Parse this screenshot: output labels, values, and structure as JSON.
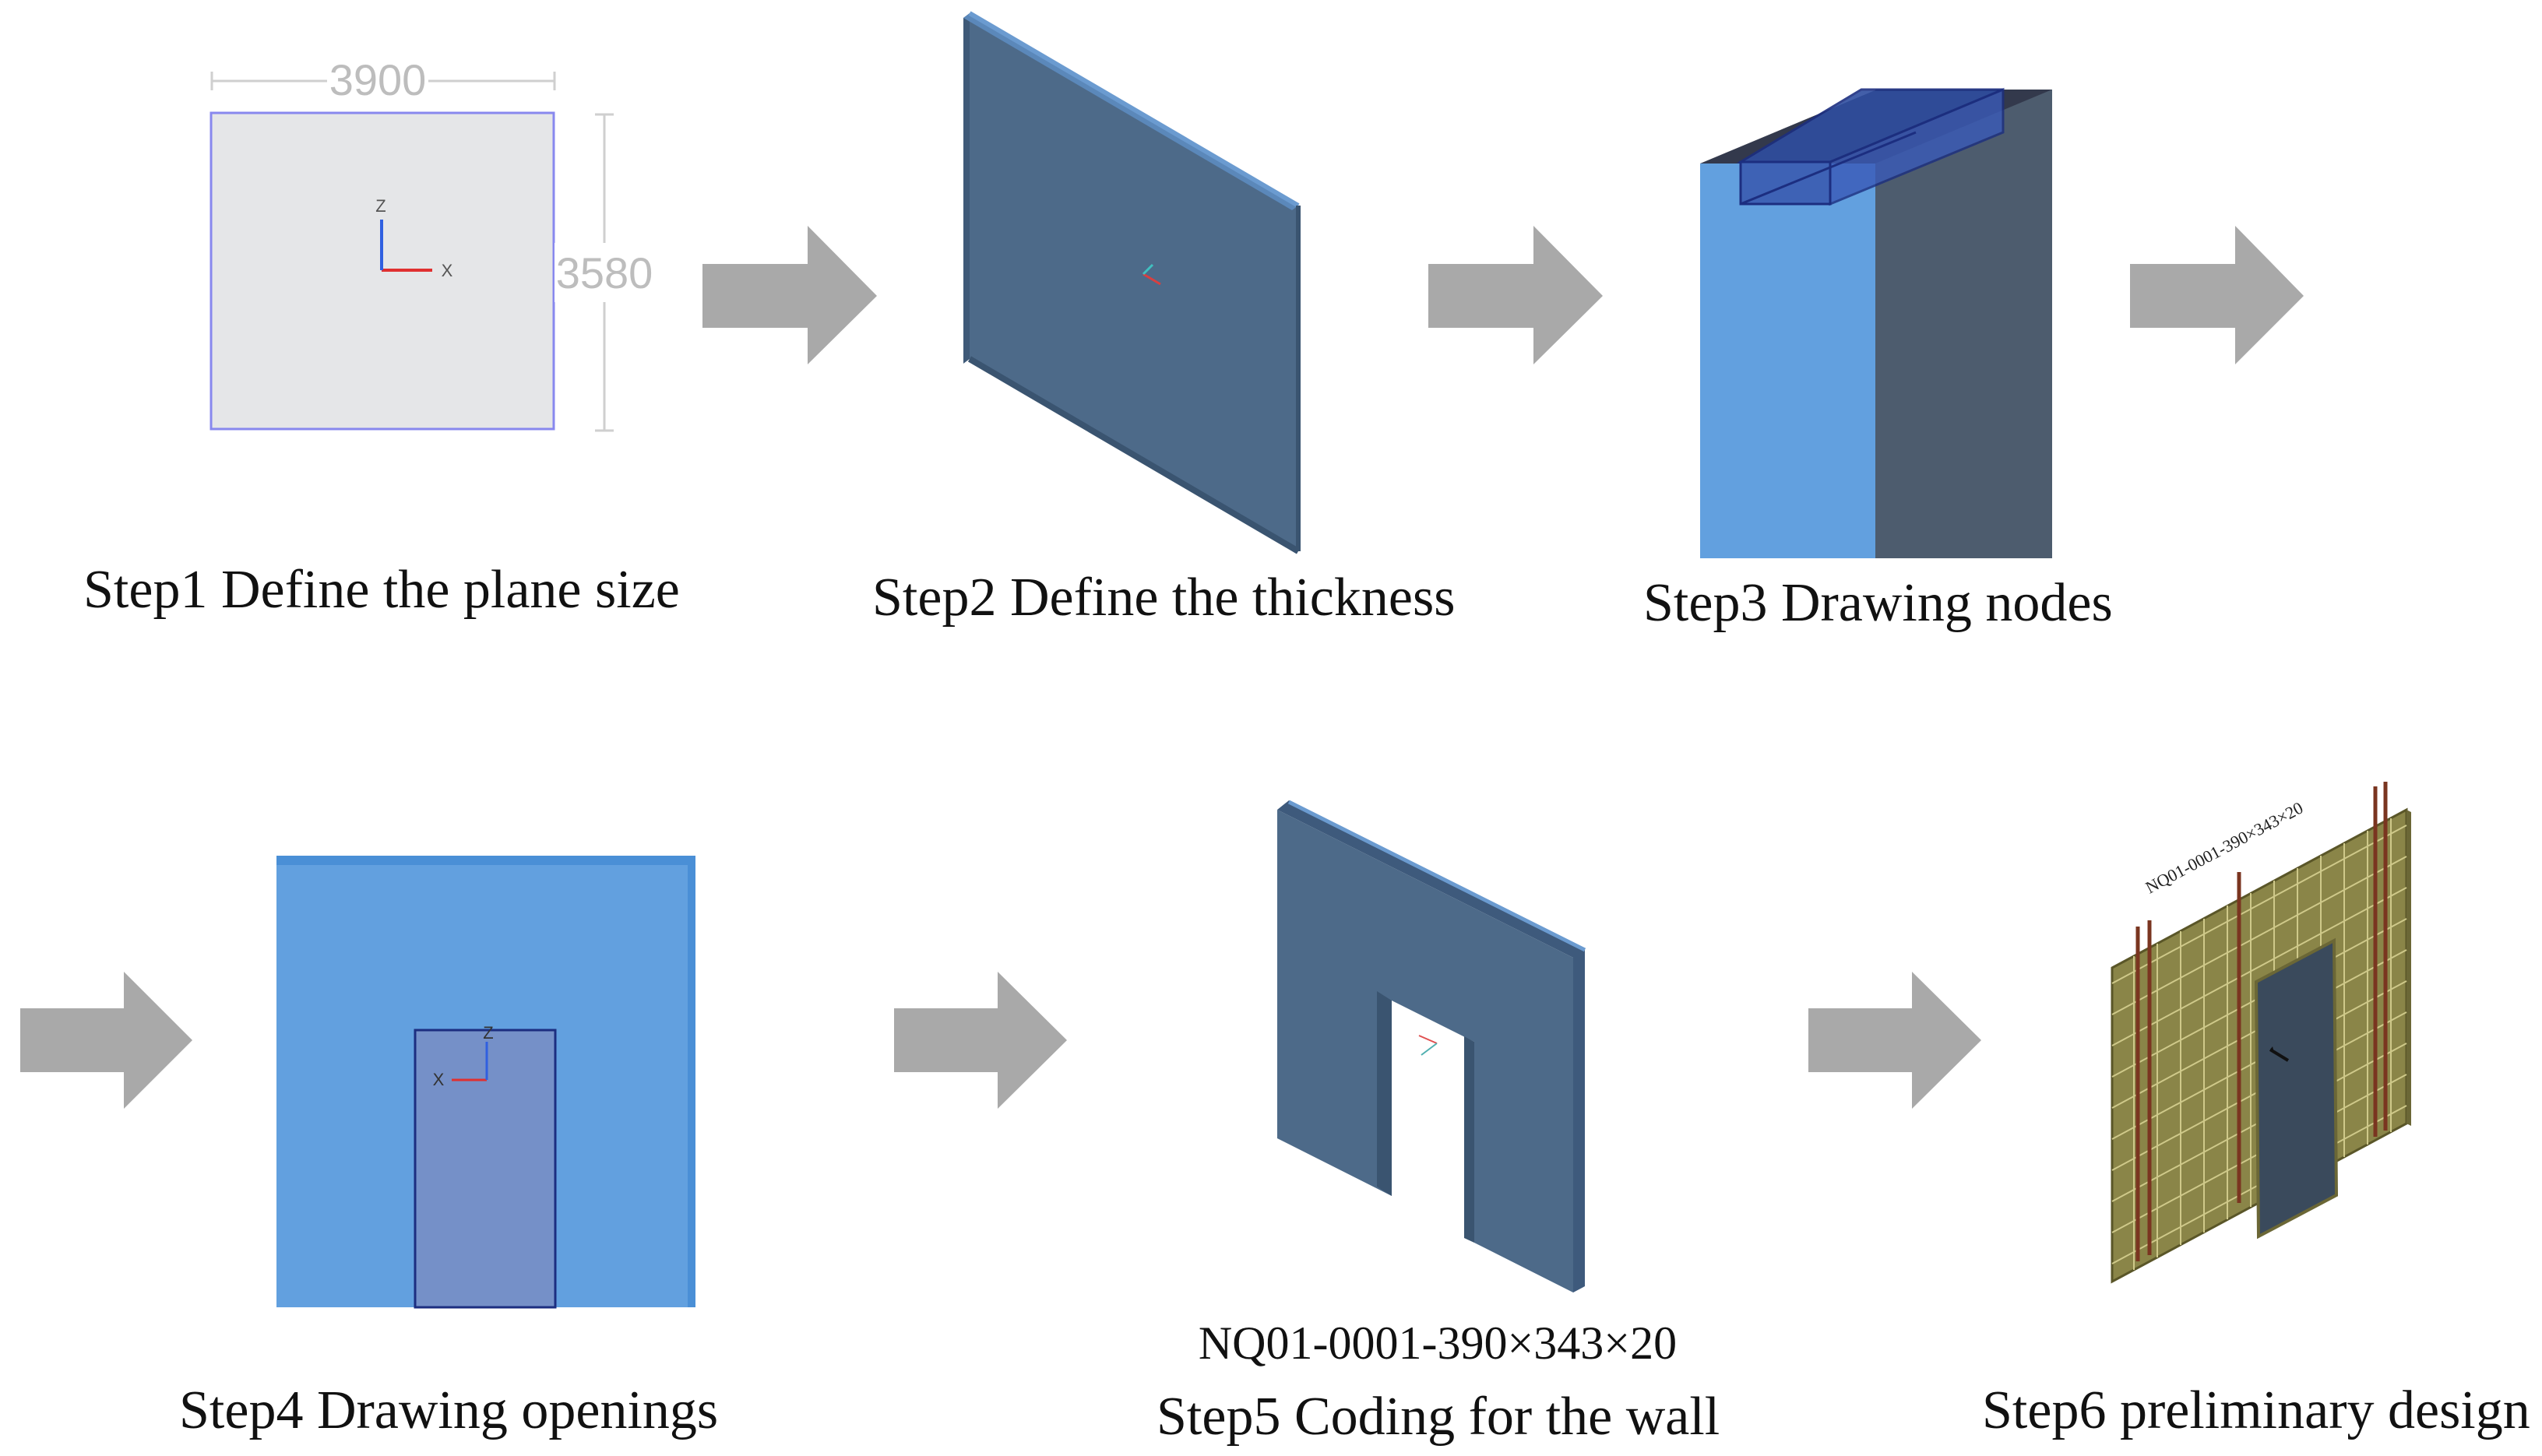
{
  "steps": [
    {
      "caption": "Step1 Define the plane size"
    },
    {
      "caption": "Step2 Define the thickness"
    },
    {
      "caption": "Step3 Drawing nodes"
    },
    {
      "caption": "Step4  Drawing openings"
    },
    {
      "caption": "Step5 Coding for the wall"
    },
    {
      "caption": "Step6 preliminary design"
    }
  ],
  "step1": {
    "width_dim": "3900",
    "height_dim": "3580",
    "axis_z": "Z",
    "axis_x": "X"
  },
  "step4": {
    "axis_z": "Z",
    "axis_x": "X"
  },
  "step5": {
    "code": "NQ01-0001-390×343×20"
  },
  "step6": {
    "tag": "NQ01-0001-390×343×20"
  },
  "colors": {
    "arrow": "#a9a9a9",
    "panel_dark": "#4d6a89",
    "panel_light": "#62a0df",
    "plane_fill": "#e5e6e8",
    "plane_stroke": "#8888ee",
    "opening_fill": "#7590c8",
    "rebar_cage": "#8a8548"
  }
}
